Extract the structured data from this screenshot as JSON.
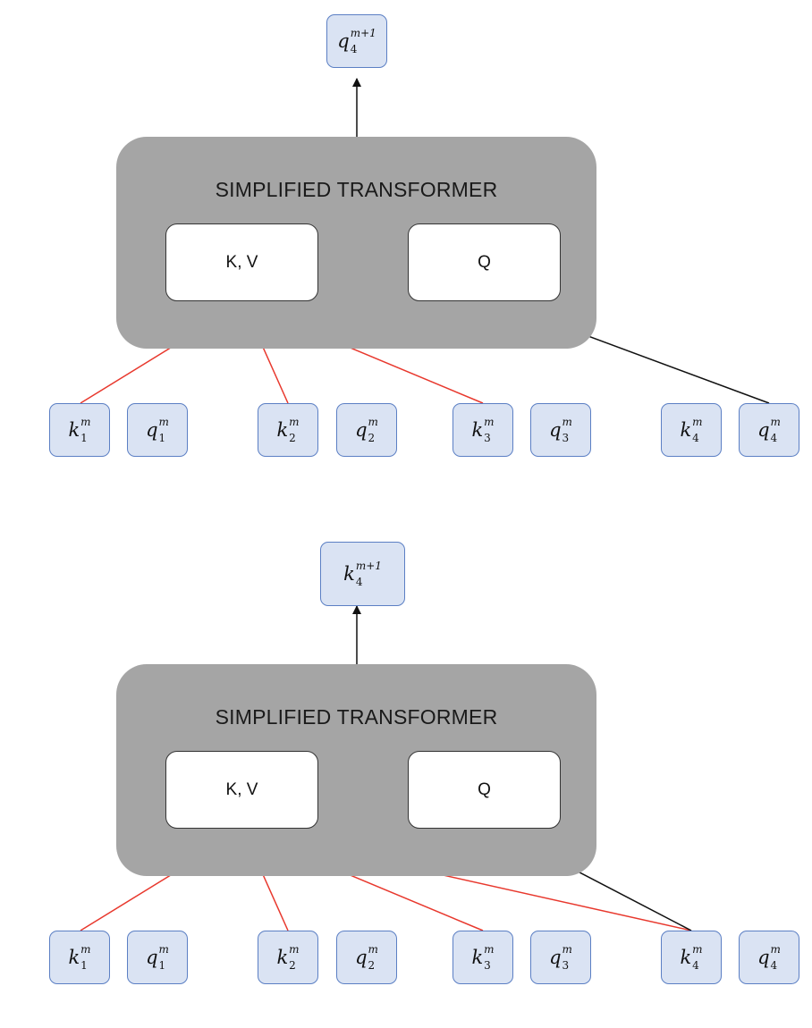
{
  "panels": [
    {
      "transformer_title": "SIMPLIFIED TRANSFORMER",
      "kv_label": "K, V",
      "q_label": "Q",
      "output": {
        "base": "q",
        "sub": "4",
        "sup": "m+1"
      },
      "inputs": [
        {
          "base": "k",
          "sub": "1",
          "sup": "m"
        },
        {
          "base": "q",
          "sub": "1",
          "sup": "m"
        },
        {
          "base": "k",
          "sub": "2",
          "sup": "m"
        },
        {
          "base": "q",
          "sub": "2",
          "sup": "m"
        },
        {
          "base": "k",
          "sub": "3",
          "sup": "m"
        },
        {
          "base": "q",
          "sub": "3",
          "sup": "m"
        },
        {
          "base": "k",
          "sub": "4",
          "sup": "m"
        },
        {
          "base": "q",
          "sub": "4",
          "sup": "m"
        }
      ],
      "kv_sources": [
        "k1",
        "k2",
        "k3"
      ],
      "q_source": "q4",
      "colors": {
        "kv_edge": "#e8382d",
        "q_edge": "#111111",
        "output_edge": "#111111"
      }
    },
    {
      "transformer_title": "SIMPLIFIED TRANSFORMER",
      "kv_label": "K, V",
      "q_label": "Q",
      "output": {
        "base": "k",
        "sub": "4",
        "sup": "m+1"
      },
      "inputs": [
        {
          "base": "k",
          "sub": "1",
          "sup": "m"
        },
        {
          "base": "q",
          "sub": "1",
          "sup": "m"
        },
        {
          "base": "k",
          "sub": "2",
          "sup": "m"
        },
        {
          "base": "q",
          "sub": "2",
          "sup": "m"
        },
        {
          "base": "k",
          "sub": "3",
          "sup": "m"
        },
        {
          "base": "q",
          "sub": "3",
          "sup": "m"
        },
        {
          "base": "k",
          "sub": "4",
          "sup": "m"
        },
        {
          "base": "q",
          "sub": "4",
          "sup": "m"
        }
      ],
      "kv_sources": [
        "k1",
        "k2",
        "k3",
        "k4"
      ],
      "q_source": "k4",
      "colors": {
        "kv_edge": "#e8382d",
        "q_edge": "#111111",
        "output_edge": "#111111"
      }
    }
  ]
}
